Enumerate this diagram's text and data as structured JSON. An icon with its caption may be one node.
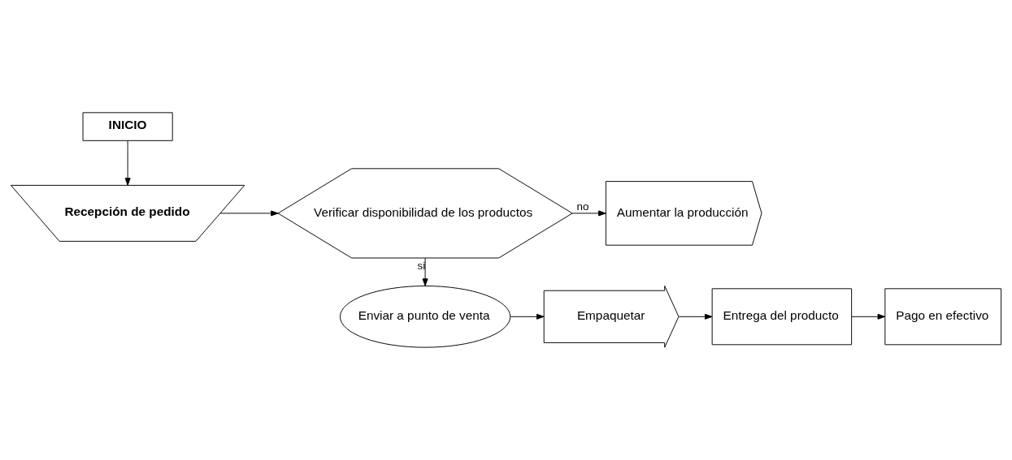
{
  "diagram": {
    "nodes": [
      {
        "text": [
          "INICIO"
        ]
      },
      {
        "text": [
          "Recepción de pedido"
        ]
      },
      {
        "text": [
          "Verificar disponibilidad de los productos"
        ]
      },
      {
        "text": [
          "Aumentar la producción"
        ]
      },
      {
        "text": [
          "Enviar a punto de venta"
        ]
      },
      {
        "text": [
          "Empaquetar"
        ]
      },
      {
        "text": [
          "Entrega del producto"
        ]
      },
      {
        "text": [
          "Pago en efectivo"
        ]
      }
    ],
    "edges": [
      {
        "from": 0,
        "to": 1,
        "arrow": "to"
      },
      {
        "from": 1,
        "to": 2,
        "arrow": "to"
      },
      {
        "from": 2,
        "to": 3,
        "label": "no",
        "arrow": "to"
      },
      {
        "from": 2,
        "to": 4,
        "label": "si",
        "arrow": "to"
      },
      {
        "from": 4,
        "to": 5,
        "arrow": "to"
      },
      {
        "from": 5,
        "to": 6,
        "arrow": "to"
      },
      {
        "from": 6,
        "to": 7,
        "arrow": "to"
      }
    ]
  }
}
